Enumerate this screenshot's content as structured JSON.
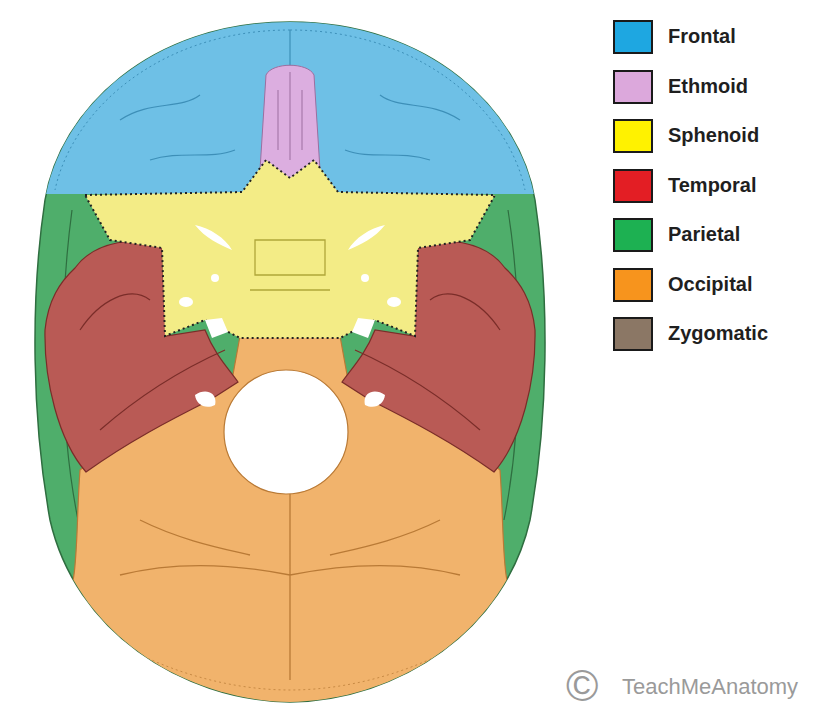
{
  "diagram": {
    "labels": [
      "©",
      "TeachMeAnatomy"
    ],
    "legend": [
      {
        "text": "Frontal",
        "color": "#1ea7e1"
      },
      {
        "text": "Ethmoid",
        "color": "#dca8dc"
      },
      {
        "text": "Sphenoid",
        "color": "#fff200"
      },
      {
        "text": "Temporal",
        "color": "#e31e24"
      },
      {
        "text": "Parietal",
        "color": "#1db152"
      },
      {
        "text": "Occipital",
        "color": "#f7941d"
      },
      {
        "text": "Zygomatic",
        "color": "#8b7765"
      }
    ]
  }
}
